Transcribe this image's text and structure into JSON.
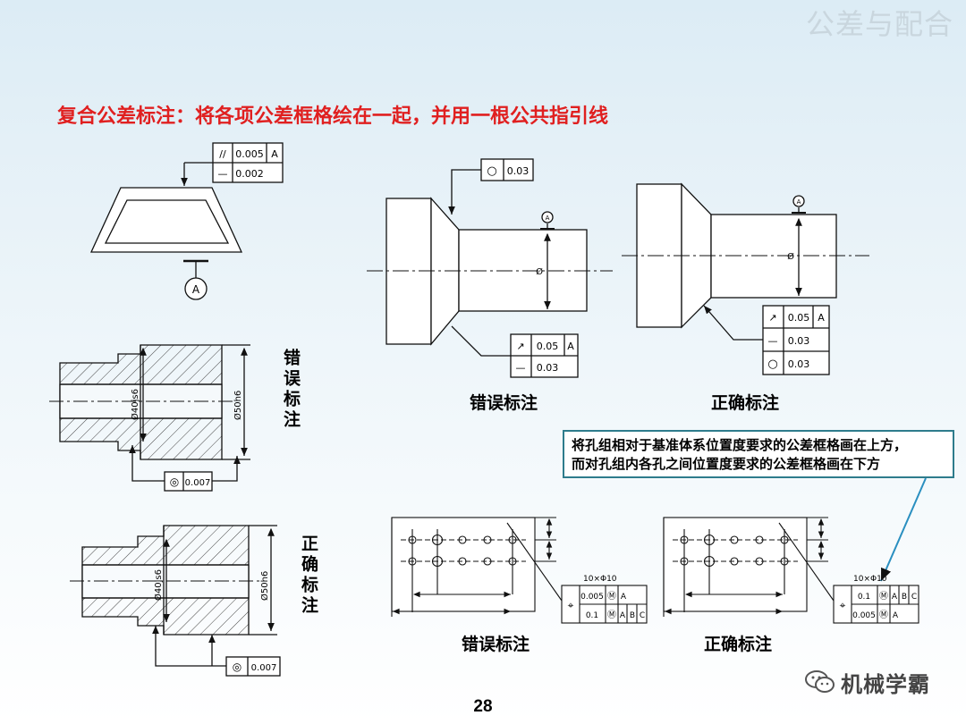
{
  "slide": {
    "watermark_title": "公差与配合",
    "heading": "复合公差标注：将各项公差框格绘在一起，并用一根公共指引线",
    "callout_line1": "将孔组相对于基准体系位置度要求的公差框格画在上方，",
    "callout_line2": "而对孔组内各孔之间位置度要求的公差框格画在下方",
    "page_number": "28",
    "brand": "机械学霸"
  },
  "labels": {
    "wrong": "错误标注",
    "correct": "正确标注",
    "wrong_vertical": "错误标注",
    "correct_vertical": "正确标注"
  },
  "figure_trapezoid": {
    "frame_row1": [
      "//",
      "0.005",
      "A"
    ],
    "frame_row2": [
      "—",
      "0.002"
    ],
    "datum": "A"
  },
  "figure_shaft_wrong": {
    "frame_top": [
      "○",
      "0.03"
    ],
    "frame_bottom_row1": [
      "↗",
      "0.05",
      "A"
    ],
    "frame_bottom_row2": [
      "—",
      "0.03"
    ],
    "datum": "A",
    "dim": "Ø"
  },
  "figure_shaft_correct": {
    "frame_row1": [
      "↗",
      "0.05",
      "A"
    ],
    "frame_row2": [
      "—",
      "0.03"
    ],
    "frame_row3": [
      "○",
      "0.03"
    ],
    "datum": "A",
    "dim": "Ø"
  },
  "figure_bore_wrong": {
    "dim_inner": "Ø40js6",
    "dim_outer": "Ø50h6",
    "frame": [
      "◎",
      "0.007"
    ]
  },
  "figure_bore_correct": {
    "dim_inner": "Ø40js6",
    "dim_outer": "Ø50h6",
    "frame": [
      "◎",
      "0.007"
    ]
  },
  "figure_holes_wrong": {
    "hole_note": "10×Φ10",
    "frame_row1": [
      "0.005",
      "Ⓜ",
      "A"
    ],
    "frame_row2": [
      "0.1",
      "Ⓜ",
      "A",
      "B",
      "C"
    ],
    "symbol": "⌖"
  },
  "figure_holes_correct": {
    "hole_note": "10×Φ10",
    "frame_row1": [
      "0.1",
      "Ⓜ",
      "A",
      "B",
      "C"
    ],
    "frame_row2": [
      "0.005",
      "Ⓜ",
      "A"
    ],
    "symbol": "⌖"
  }
}
